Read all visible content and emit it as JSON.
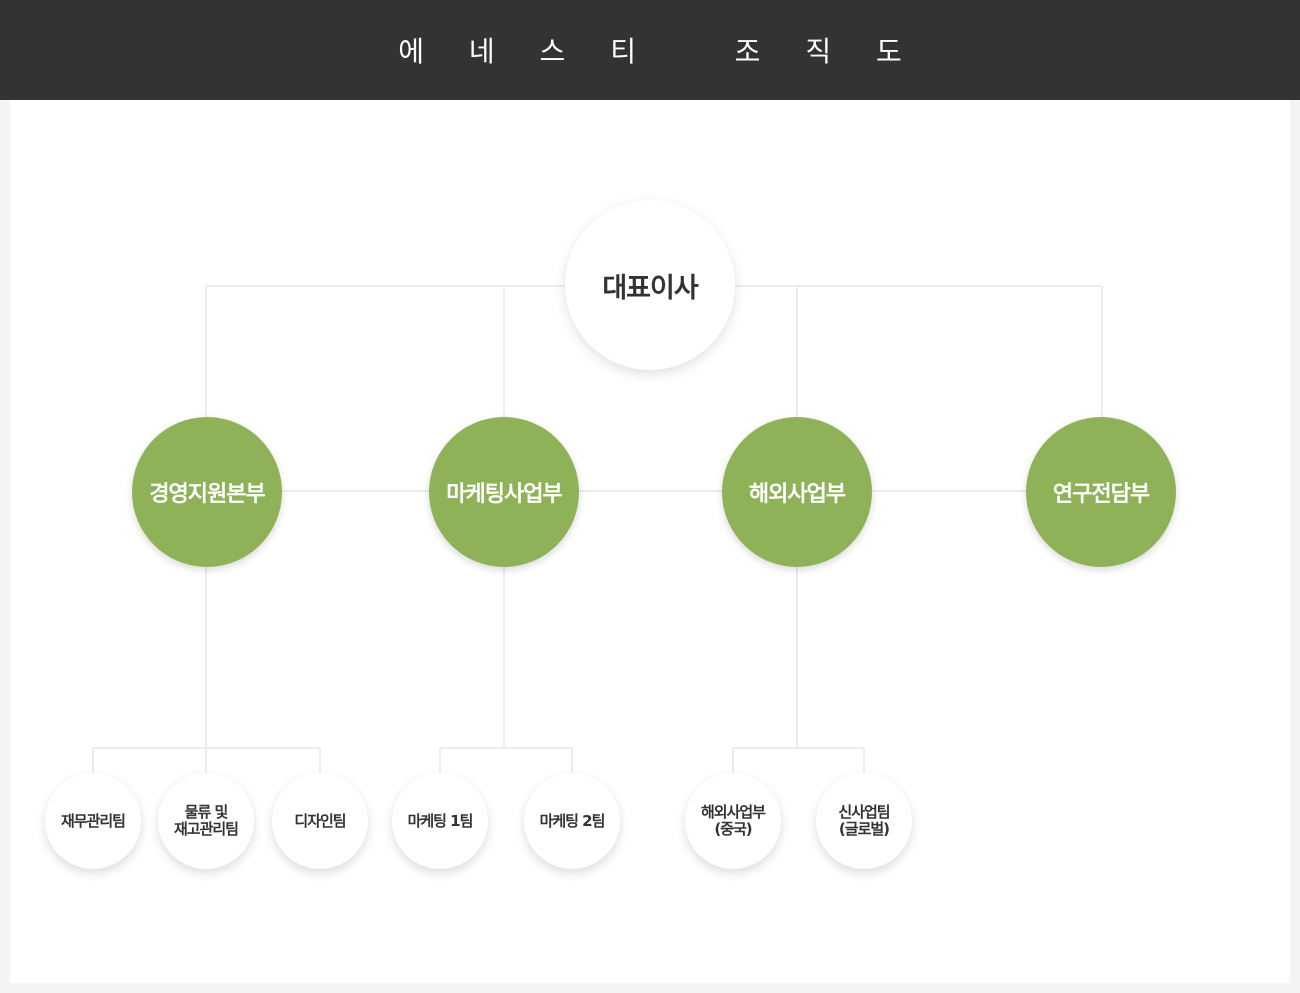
{
  "header": {
    "title": "에 네 스 티   조 직 도"
  },
  "colors": {
    "header_bg": "#333333",
    "dept_green": "#8fb259",
    "connector": "#ececec",
    "text_dark": "#333333"
  },
  "org": {
    "ceo": "대표이사",
    "departments": [
      {
        "label": "경영지원본부",
        "teams": [
          "재무관리팀",
          "물류 및\n재고관리팀",
          "디자인팀"
        ]
      },
      {
        "label": "마케팅사업부",
        "teams": [
          "마케팅 1팀",
          "마케팅 2팀"
        ]
      },
      {
        "label": "해외사업부",
        "teams": [
          "해외사업부\n(중국)",
          "신사업팀\n(글로벌)"
        ]
      },
      {
        "label": "연구전담부",
        "teams": []
      }
    ]
  }
}
